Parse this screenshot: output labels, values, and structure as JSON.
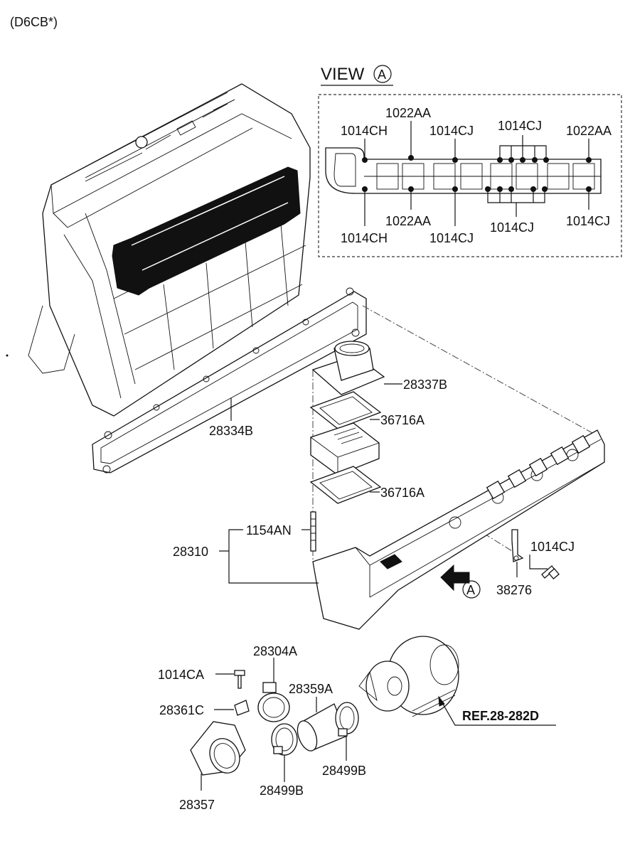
{
  "header": {
    "model_code": "(D6CB*)"
  },
  "view": {
    "title": "VIEW",
    "marker": "A"
  },
  "callouts": {
    "view_1014CH_top": "1014CH",
    "view_1022AA_top_left": "1022AA",
    "view_1014CJ_top_left": "1014CJ",
    "view_1014CJ_top_right": "1014CJ",
    "view_1022AA_top_right": "1022AA",
    "view_1022AA_bottom": "1022AA",
    "view_1014CH_bottom": "1014CH",
    "view_1014CJ_bottom_left": "1014CJ",
    "view_1014CJ_bottom_mid": "1014CJ",
    "view_1014CJ_bottom_right": "1014CJ",
    "gasket_28334B": "28334B",
    "flange_28337B": "28337B",
    "gasket_36716A_upper": "36716A",
    "gasket_36716A_lower": "36716A",
    "stud_1154AN": "1154AN",
    "manifold_28310": "28310",
    "bolt_1014CJ": "1014CJ",
    "bracket_38276": "38276",
    "arrow_marker": "A",
    "clamp_28304A": "28304A",
    "bolt_1014CA": "1014CA",
    "hose_28359A": "28359A",
    "clip_28361C": "28361C",
    "ref_28_282D": "REF.28-282D",
    "clamp_28499B_left": "28499B",
    "clamp_28499B_right": "28499B",
    "elbow_28357": "28357"
  }
}
